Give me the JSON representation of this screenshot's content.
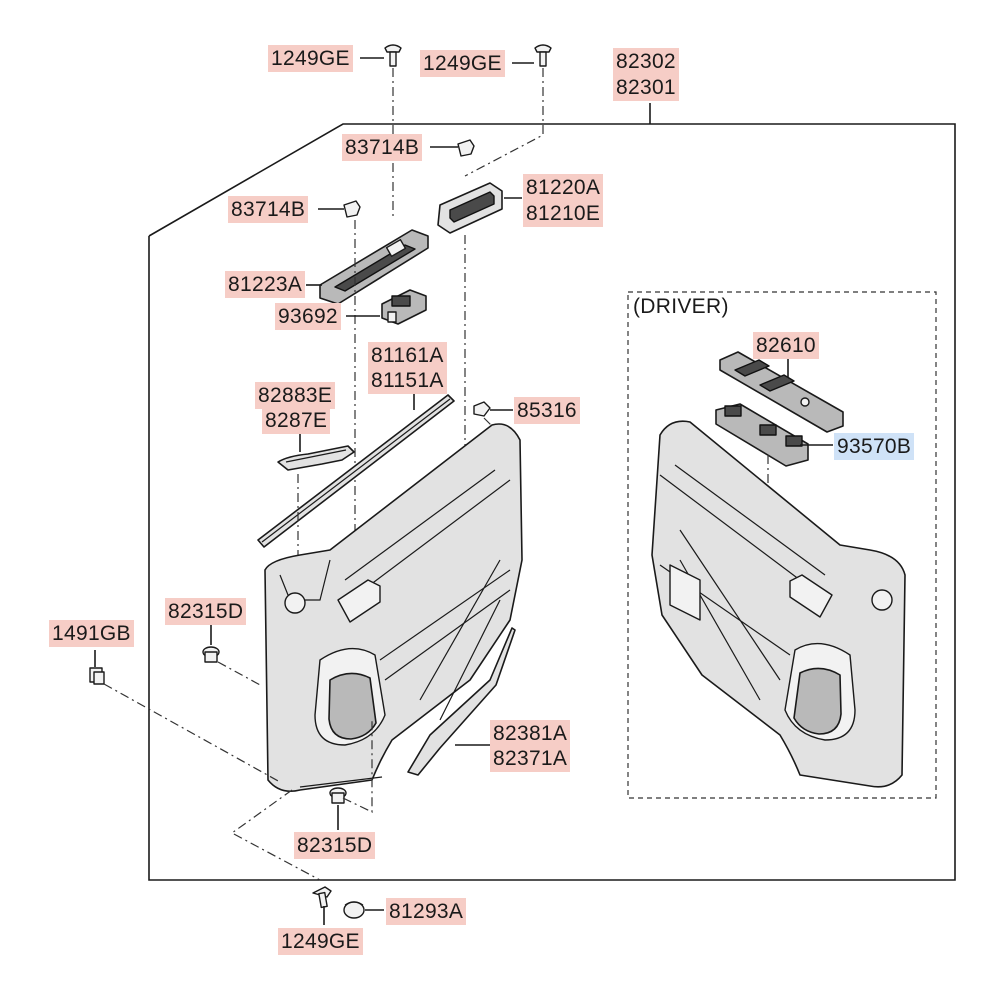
{
  "diagram": {
    "driver_label": "(DRIVER)",
    "labels": {
      "p1249GE_a": "1249GE",
      "p1249GE_b": "1249GE",
      "p82302": "82302",
      "p82301": "82301",
      "p83714B_a": "83714B",
      "p83714B_b": "83714B",
      "p81220A": "81220A",
      "p81210E": "81210E",
      "p81223A": "81223A",
      "p93692": "93692",
      "p81161A": "81161A",
      "p81151A": "81151A",
      "p82883E": "82883E",
      "p8287E": "8287E",
      "p85316": "85316",
      "p82610": "82610",
      "p93570B": "93570B",
      "p82315D_a": "82315D",
      "p1491GB": "1491GB",
      "p82381A": "82381A",
      "p82371A": "82371A",
      "p82315D_b": "82315D",
      "p81293A": "81293A",
      "p1249GE_c": "1249GE"
    },
    "highlight_colors": {
      "part_number": "#f6cdc6",
      "selected_part_number": "#cfe2f7"
    }
  }
}
